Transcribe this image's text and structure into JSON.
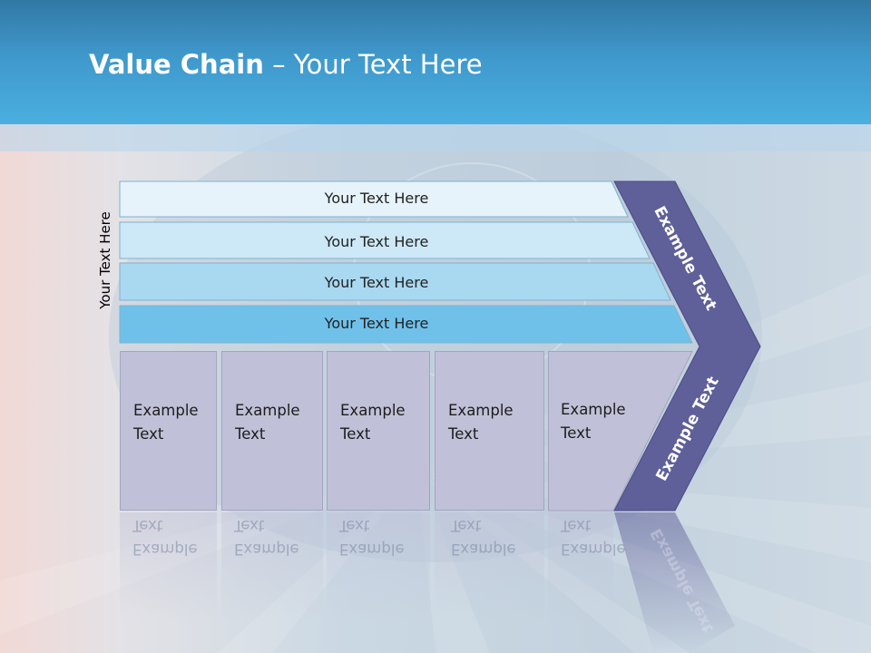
{
  "slide": {
    "title_bold": "Value Chain",
    "title_rest": " – Your Text Here",
    "side_label": "Your Text Here"
  },
  "rows": [
    {
      "label": "Your Text Here",
      "color": "#e6f3fb"
    },
    {
      "label": "Your Text Here",
      "color": "#cde8f6"
    },
    {
      "label": "Your Text Here",
      "color": "#a9d8f1"
    },
    {
      "label": "Your Text Here",
      "color": "#6fc1ea"
    }
  ],
  "boxes": [
    {
      "line1": "Example",
      "line2": "Text"
    },
    {
      "line1": "Example",
      "line2": "Text"
    },
    {
      "line1": "Example",
      "line2": "Text"
    },
    {
      "line1": "Example",
      "line2": "Text"
    },
    {
      "line1": "Example",
      "line2": "Text"
    }
  ],
  "chevron": {
    "upper_text": "Example Text",
    "lower_text": "Example Text",
    "color": "#5f5f99"
  },
  "colors": {
    "header": "#3f98cb",
    "box_fill": "#c0c1d8"
  }
}
